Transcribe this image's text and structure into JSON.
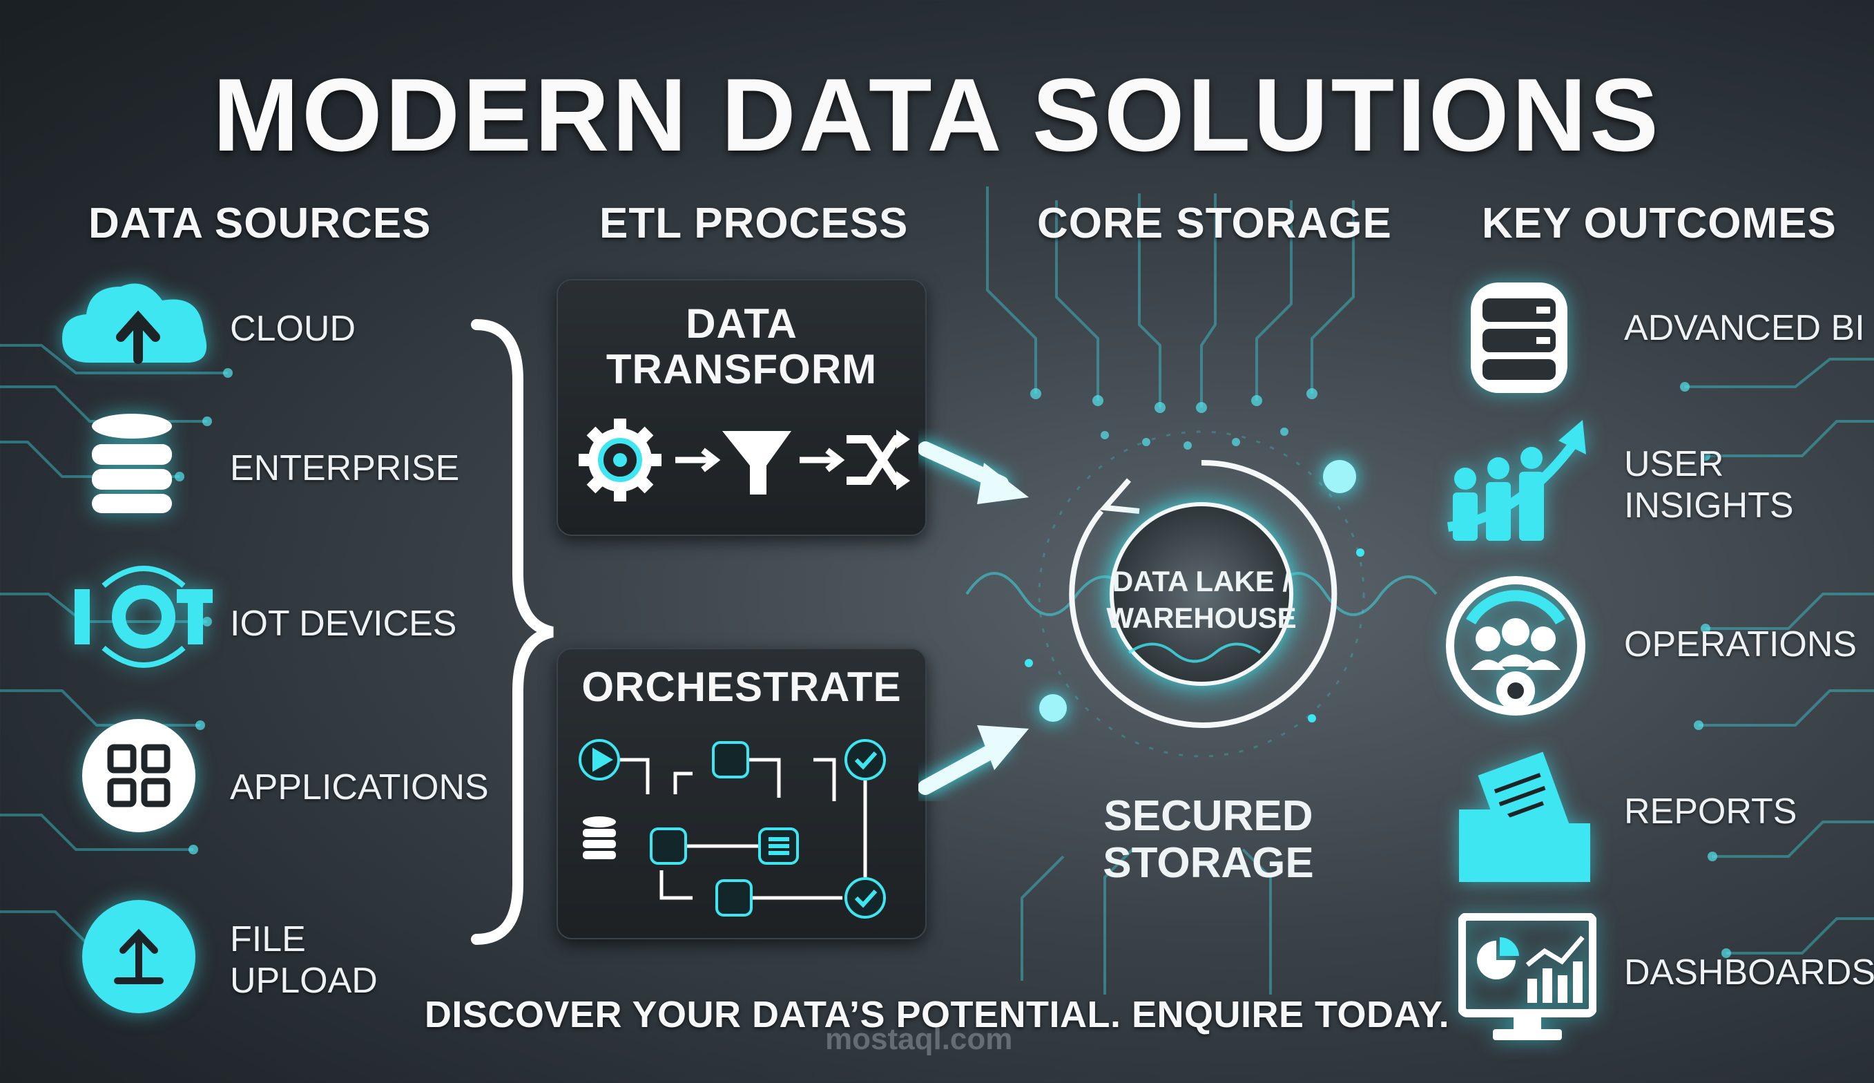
{
  "title": "MODERN DATA SOLUTIONS",
  "columns": {
    "sources": "DATA SOURCES",
    "etl": "ETL PROCESS",
    "storage": "CORE STORAGE",
    "outcomes": "KEY OUTCOMES"
  },
  "sources": [
    {
      "label": "CLOUD",
      "icon": "cloud-upload-icon"
    },
    {
      "label": "ENTERPRISE",
      "icon": "database-icon"
    },
    {
      "label": "IOT DEVICES",
      "icon": "iot-icon"
    },
    {
      "label": "APPLICATIONS",
      "icon": "apps-grid-icon"
    },
    {
      "label_line1": "FILE",
      "label_line2": "UPLOAD",
      "icon": "file-upload-icon"
    }
  ],
  "etl": {
    "transform": {
      "line1": "DATA",
      "line2": "TRANSFORM"
    },
    "orchestrate": "ORCHESTRATE"
  },
  "storage": {
    "core_line1": "DATA LAKE /",
    "core_line2": "WAREHOUSE",
    "secured_line1": "SECURED",
    "secured_line2": "STORAGE"
  },
  "outcomes": [
    {
      "label": "ADVANCED BI",
      "icon": "database-stack-icon"
    },
    {
      "label_line1": "USER",
      "label_line2": "INSIGHTS",
      "icon": "people-growth-icon"
    },
    {
      "label": "OPERATIONS",
      "icon": "team-gear-icon"
    },
    {
      "label": "REPORTS",
      "icon": "folder-report-icon"
    },
    {
      "label": "DASHBOARDS",
      "icon": "monitor-dashboard-icon"
    }
  ],
  "footer": "DISCOVER YOUR DATA’S POTENTIAL. ENQUIRE TODAY.",
  "watermark": "mostaql.com",
  "colors": {
    "accent": "#3de6f0",
    "panel": "#22272a",
    "text": "#f2f5f7"
  }
}
